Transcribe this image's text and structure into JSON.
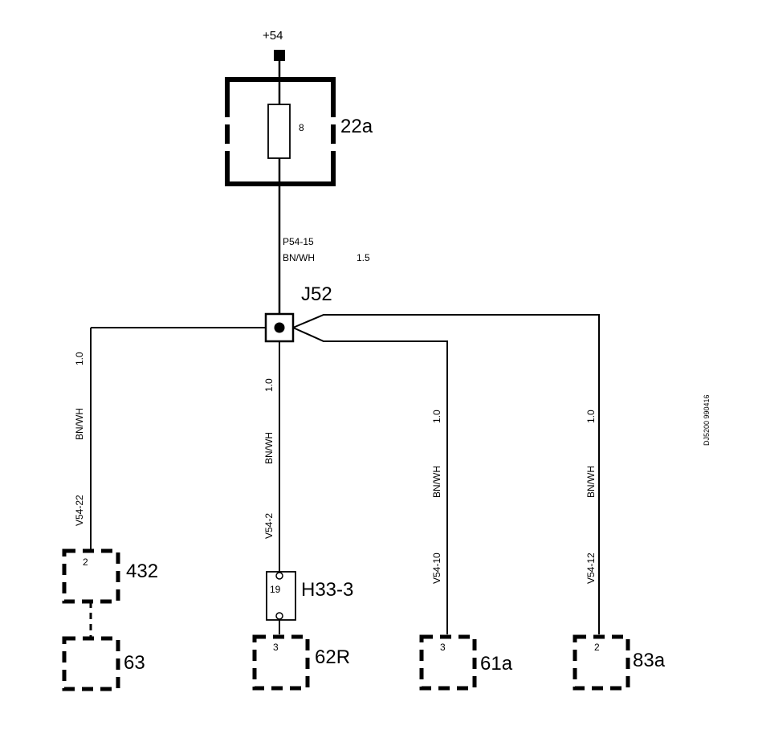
{
  "supply": {
    "label": "+54"
  },
  "fuse_box": {
    "label": "22a",
    "fuse_number": "8"
  },
  "supply_wire": {
    "circuit": "P54-15",
    "color": "BN/WH",
    "size": "1.5"
  },
  "junction": {
    "label": "J52"
  },
  "branches": [
    {
      "circuit": "V54-22",
      "color": "BN/WH",
      "size": "1.0"
    },
    {
      "circuit": "V54-2",
      "color": "BN/WH",
      "size": "1.0"
    },
    {
      "circuit": "V54-10",
      "color": "BN/WH",
      "size": "1.0"
    },
    {
      "circuit": "V54-12",
      "color": "BN/WH",
      "size": "1.0"
    }
  ],
  "inline_connector": {
    "label": "H33-3",
    "pin": "19"
  },
  "components": {
    "c432": {
      "label": "432",
      "pin": "2"
    },
    "c63": {
      "label": "63"
    },
    "c62r": {
      "label": "62R",
      "pin": "3"
    },
    "c61a": {
      "label": "61a",
      "pin": "3"
    },
    "c83a": {
      "label": "83a",
      "pin": "2"
    }
  },
  "drawing_ref": "DJ5200 990416"
}
